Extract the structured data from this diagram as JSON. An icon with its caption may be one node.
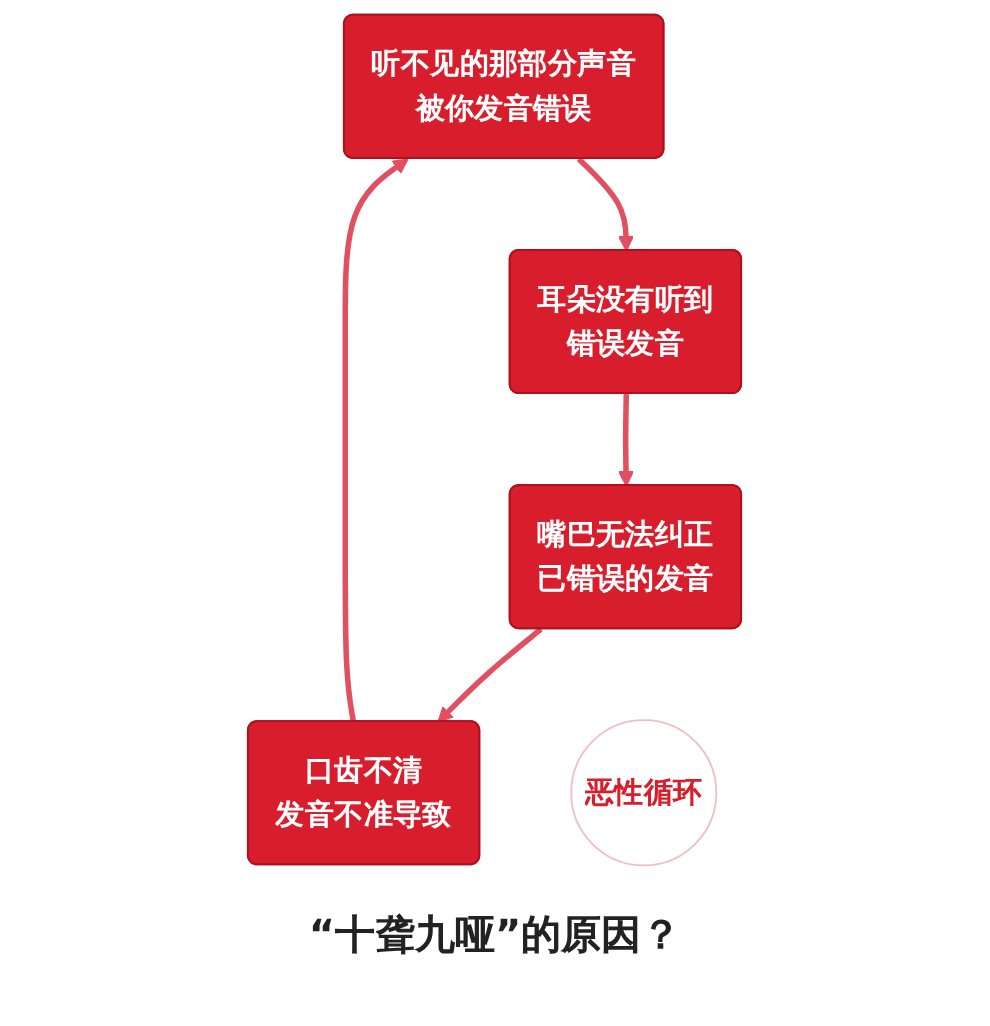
{
  "diagram": {
    "nodes": [
      {
        "text": [
          "听不见的那部分声音",
          "被你发音错误"
        ]
      },
      {
        "text": [
          "口齿不清",
          "发音不准导致"
        ]
      },
      {
        "text": [
          "恶性循环"
        ]
      },
      {
        "text": [
          "耳朵没有听到",
          "错误发音"
        ]
      },
      {
        "text": [
          "嘴巴无法纠正",
          "已错误的发音"
        ]
      }
    ],
    "edges": [
      {
        "from": 0,
        "to": 3,
        "arrow": "to"
      },
      {
        "from": 3,
        "to": 4,
        "arrow": "to"
      },
      {
        "from": 4,
        "to": 1,
        "arrow": "to"
      },
      {
        "from": 1,
        "to": 0,
        "arrow": "to"
      }
    ],
    "labels": [
      "“十聋九哑”的原因？"
    ]
  }
}
